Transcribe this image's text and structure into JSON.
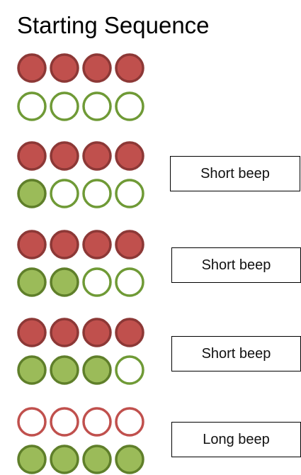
{
  "title": "Starting Sequence",
  "colors": {
    "red_fill": "#c0504d",
    "red_stroke": "#8c3836",
    "red_outline": "#c0504d",
    "green_fill": "#9bbb59",
    "green_stroke": "#5f7f2a",
    "green_outline": "#6f9a36",
    "background": "#ffffff"
  },
  "steps": [
    {
      "red_lights": [
        "on",
        "on",
        "on",
        "on"
      ],
      "green_lights": [
        "off",
        "off",
        "off",
        "off"
      ],
      "beep": ""
    },
    {
      "red_lights": [
        "on",
        "on",
        "on",
        "on"
      ],
      "green_lights": [
        "on",
        "off",
        "off",
        "off"
      ],
      "beep": "Short beep"
    },
    {
      "red_lights": [
        "on",
        "on",
        "on",
        "on"
      ],
      "green_lights": [
        "on",
        "on",
        "off",
        "off"
      ],
      "beep": "Short beep"
    },
    {
      "red_lights": [
        "on",
        "on",
        "on",
        "on"
      ],
      "green_lights": [
        "on",
        "on",
        "on",
        "off"
      ],
      "beep": "Short beep"
    },
    {
      "red_lights": [
        "off",
        "off",
        "off",
        "off"
      ],
      "green_lights": [
        "on",
        "on",
        "on",
        "on"
      ],
      "beep": "Long beep"
    }
  ]
}
